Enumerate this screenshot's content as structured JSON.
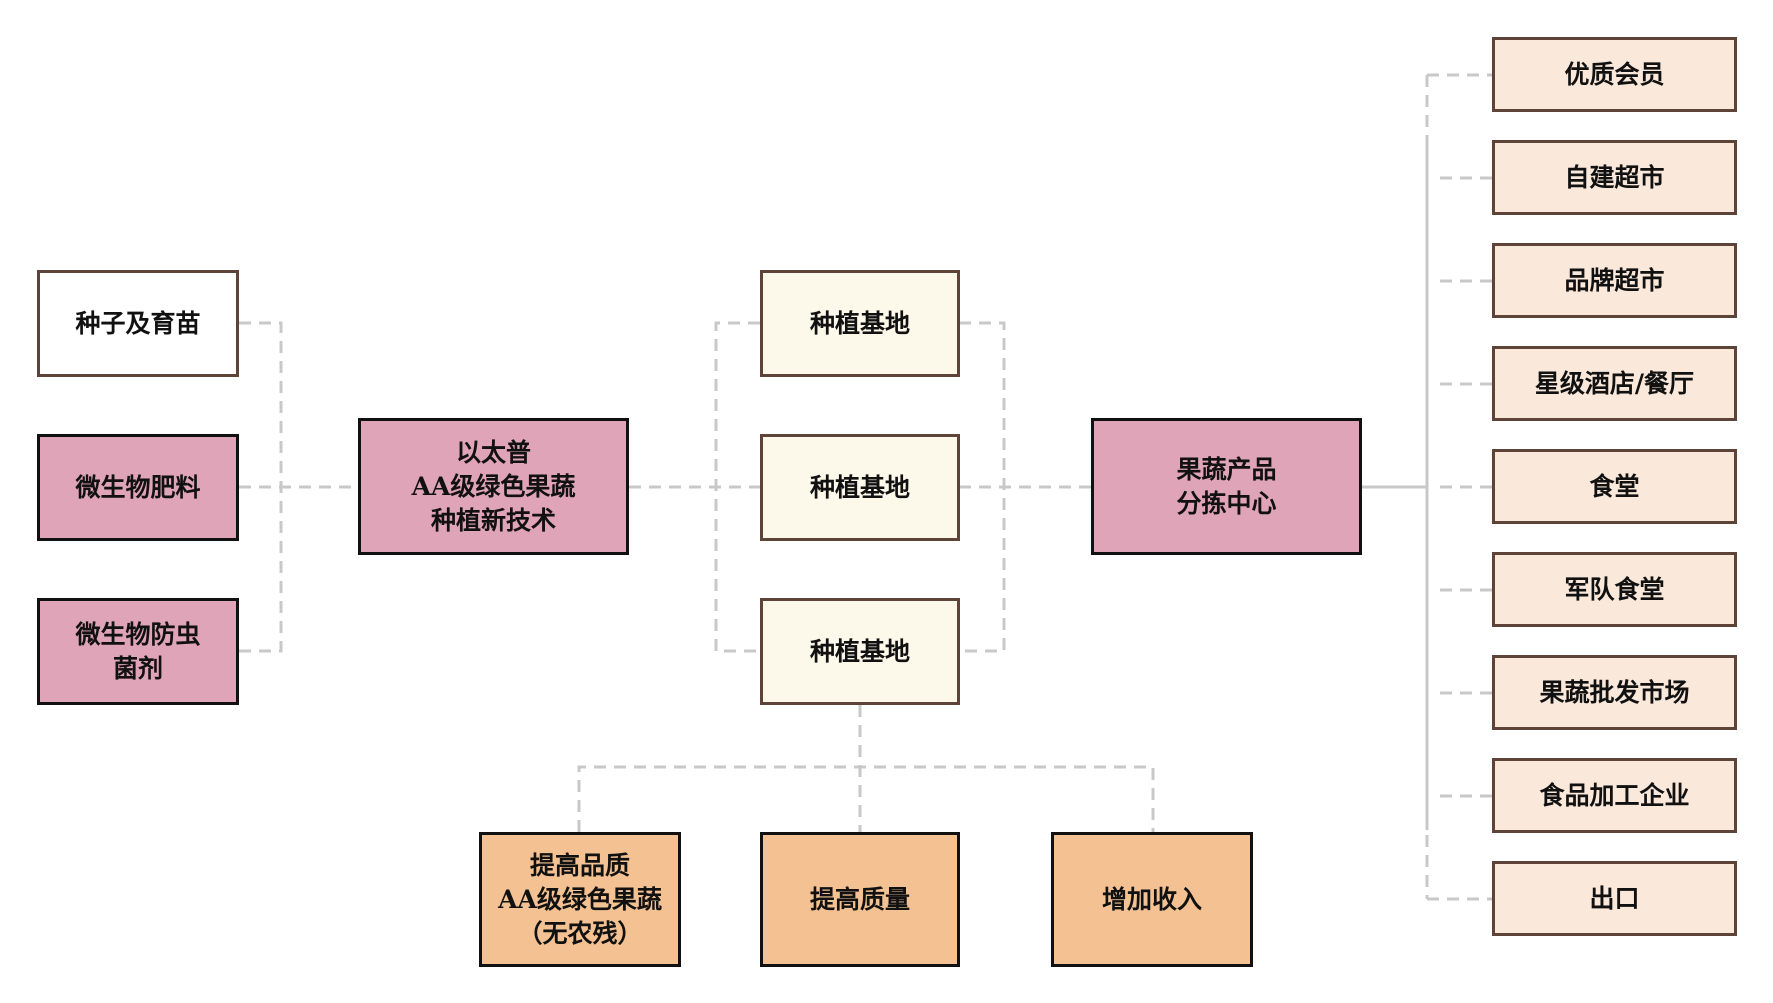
{
  "colors": {
    "white": "#ffffff",
    "pink": "#e0a4b8",
    "cream": "#fcf8ea",
    "peach": "#fae8da",
    "orange": "#f4c292",
    "connector": "#c8c8c8"
  },
  "inputs": {
    "seed": "种子及育苗",
    "fertilizer": "微生物肥料",
    "pesticide": "微生物防虫\n菌剂"
  },
  "technology": "以太普\nAA级绿色果蔬\n种植新技术",
  "bases": [
    "种植基地",
    "种植基地",
    "种植基地"
  ],
  "sorting_center": "果蔬产品\n分拣中心",
  "outcomes": [
    "提高品质\nAA级绿色果蔬\n（无农残）",
    "提高质量",
    "增加收入"
  ],
  "channels": [
    "优质会员",
    "自建超市",
    "品牌超市",
    "星级酒店/餐厅",
    "食堂",
    "军队食堂",
    "果蔬批发市场",
    "食品加工企业",
    "出口"
  ]
}
